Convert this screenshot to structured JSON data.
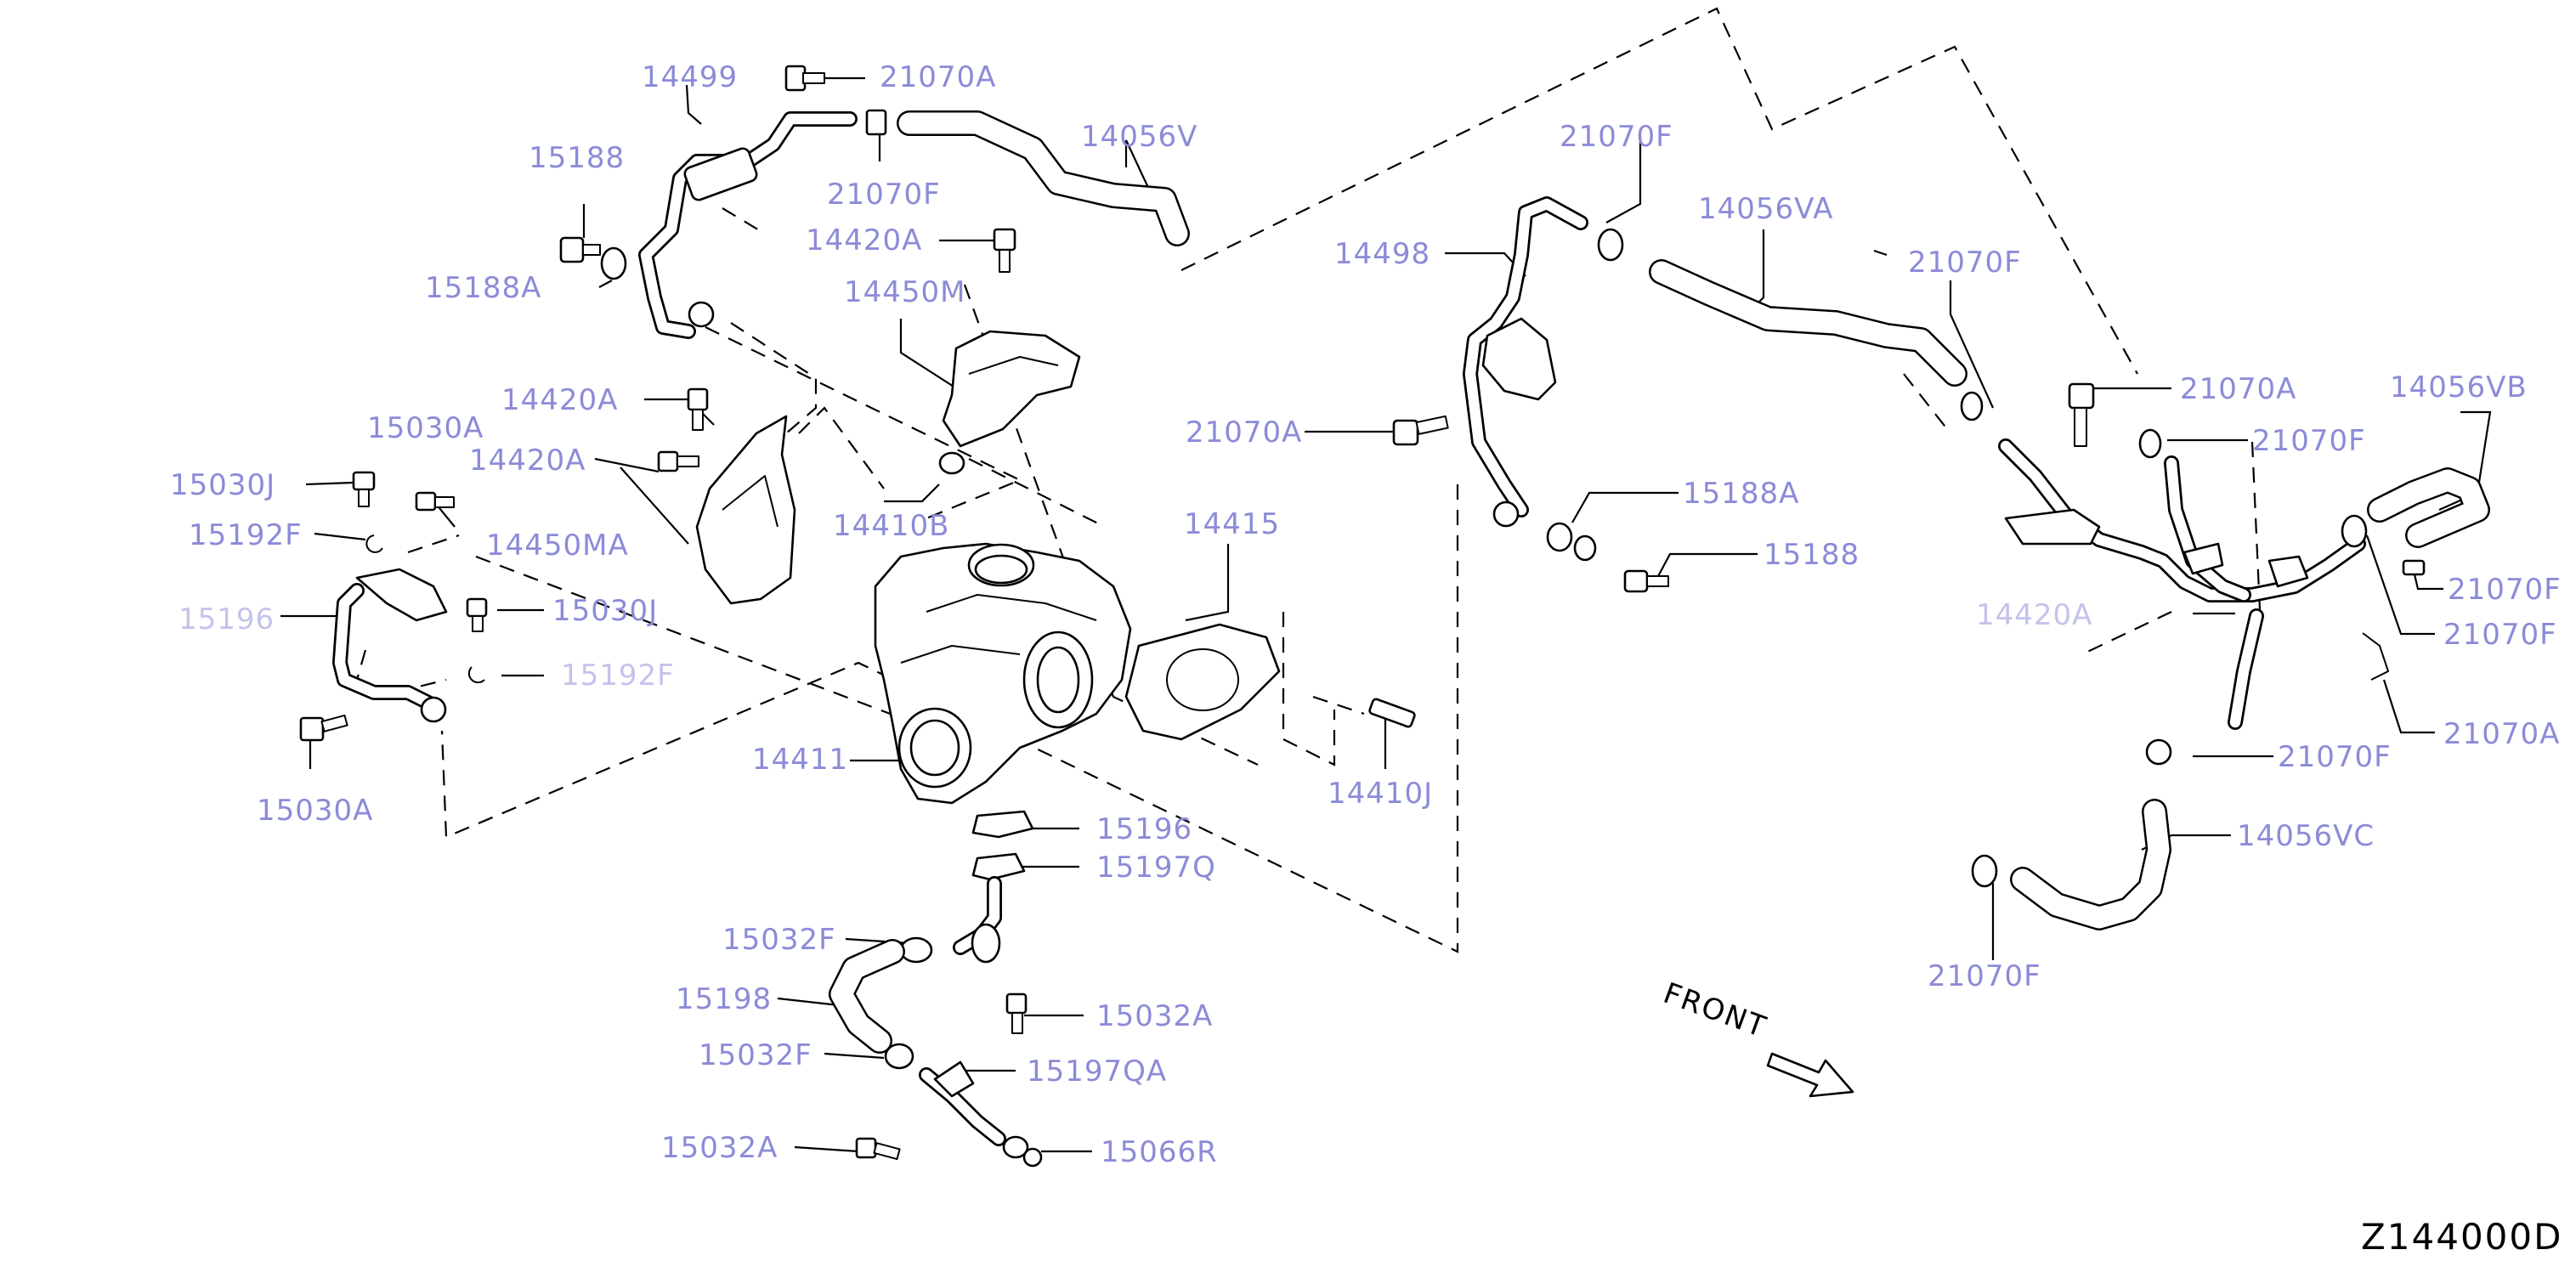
{
  "diagram": {
    "reference_code": "Z144000D",
    "front_label": "FRONT",
    "callouts": [
      {
        "id": "c1",
        "text": "14499"
      },
      {
        "id": "c2",
        "text": "21070A"
      },
      {
        "id": "c3",
        "text": "15188"
      },
      {
        "id": "c4",
        "text": "21070F"
      },
      {
        "id": "c5",
        "text": "14056V"
      },
      {
        "id": "c6",
        "text": "14420A"
      },
      {
        "id": "c7",
        "text": "15188A"
      },
      {
        "id": "c8",
        "text": "14450M"
      },
      {
        "id": "c9",
        "text": "14420A"
      },
      {
        "id": "c10",
        "text": "15030A"
      },
      {
        "id": "c11",
        "text": "14420A"
      },
      {
        "id": "c12",
        "text": "15030J"
      },
      {
        "id": "c13",
        "text": "15192F"
      },
      {
        "id": "c14",
        "text": "14450MA"
      },
      {
        "id": "c15",
        "text": "14410B"
      },
      {
        "id": "c16",
        "text": "15196"
      },
      {
        "id": "c17",
        "text": "15030J"
      },
      {
        "id": "c18",
        "text": "15192F"
      },
      {
        "id": "c19",
        "text": "15030A"
      },
      {
        "id": "c20",
        "text": "14411"
      },
      {
        "id": "c21",
        "text": "14415"
      },
      {
        "id": "c22",
        "text": "14410J"
      },
      {
        "id": "c23",
        "text": "15196"
      },
      {
        "id": "c24",
        "text": "15197Q"
      },
      {
        "id": "c25",
        "text": "15032F"
      },
      {
        "id": "c26",
        "text": "15198"
      },
      {
        "id": "c27",
        "text": "15032A"
      },
      {
        "id": "c28",
        "text": "15032F"
      },
      {
        "id": "c29",
        "text": "15197QA"
      },
      {
        "id": "c30",
        "text": "15032A"
      },
      {
        "id": "c31",
        "text": "15066R"
      },
      {
        "id": "c32",
        "text": "21070F"
      },
      {
        "id": "c33",
        "text": "14498"
      },
      {
        "id": "c34",
        "text": "14056VA"
      },
      {
        "id": "c35",
        "text": "21070A"
      },
      {
        "id": "c36",
        "text": "15188A"
      },
      {
        "id": "c37",
        "text": "15188"
      },
      {
        "id": "c38",
        "text": "21070F"
      },
      {
        "id": "c39",
        "text": "21070A"
      },
      {
        "id": "c40",
        "text": "21070F"
      },
      {
        "id": "c41",
        "text": "14056VB"
      },
      {
        "id": "c42",
        "text": "21070F"
      },
      {
        "id": "c43",
        "text": "21070F"
      },
      {
        "id": "c44",
        "text": "21070A"
      },
      {
        "id": "c45",
        "text": "14420A"
      },
      {
        "id": "c46",
        "text": "21070F"
      },
      {
        "id": "c47",
        "text": "14056VC"
      },
      {
        "id": "c48",
        "text": "21070F"
      }
    ]
  }
}
